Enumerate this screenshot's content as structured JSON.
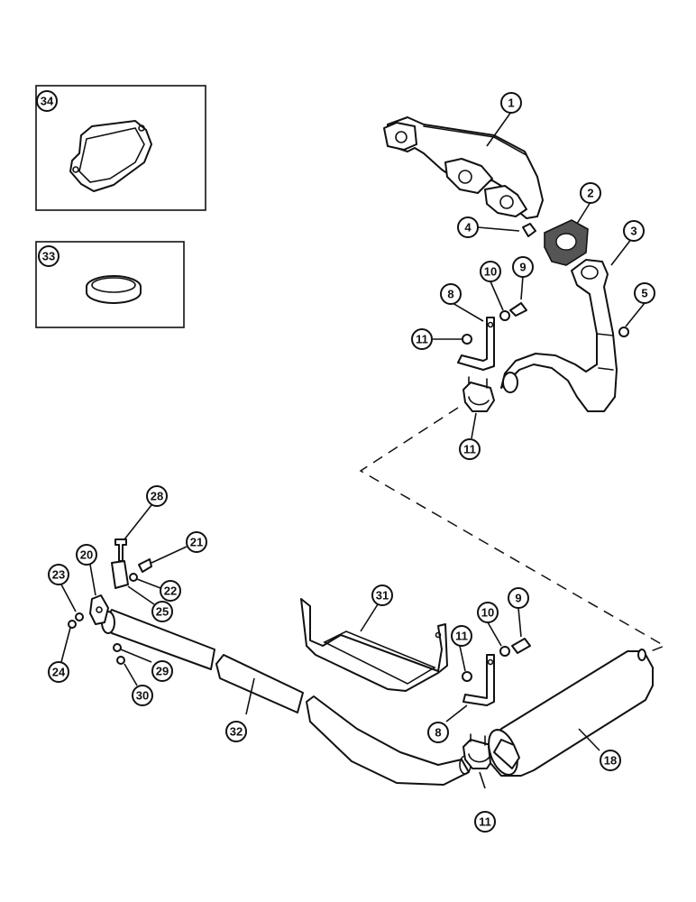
{
  "callouts": {
    "c1": "1",
    "c2": "2",
    "c3": "3",
    "c4": "4",
    "c5": "5",
    "c8a": "8",
    "c8b": "8",
    "c9a": "9",
    "c9b": "9",
    "c10a": "10",
    "c10b": "10",
    "c11a": "11",
    "c11b": "11",
    "c11c": "11",
    "c11d": "11",
    "c18": "18",
    "c20": "20",
    "c21": "21",
    "c22": "22",
    "c23": "23",
    "c24": "24",
    "c25": "25",
    "c28": "28",
    "c29": "29",
    "c30": "30",
    "c31": "31",
    "c32": "32",
    "c33": "33",
    "c34": "34"
  }
}
